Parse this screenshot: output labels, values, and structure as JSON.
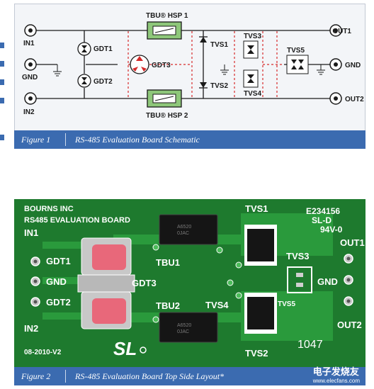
{
  "figure1": {
    "caption_number": "Figure 1",
    "caption_text": "RS-485 Evaluation Board Schematic",
    "labels": {
      "in1": "IN1",
      "gnd_left": "GND",
      "in2": "IN2",
      "out1": "OUT1",
      "gnd_right": "GND",
      "out2": "OUT2",
      "gdt1": "GDT1",
      "gdt2": "GDT2",
      "gdt3": "GDT3",
      "tbu1": "TBU® HSP 1",
      "tbu2": "TBU® HSP 2",
      "tvs1": "TVS1",
      "tvs2": "TVS2",
      "tvs3": "TVS3",
      "tvs4": "TVS4",
      "tvs5": "TVS5"
    }
  },
  "figure2": {
    "caption_number": "Figure 2",
    "caption_text": "RS-485 Evaluation Board Top Side Layout*",
    "silkscreen": {
      "brand": "BOURNS INC",
      "board": "RS485 EVALUATION BOARD",
      "in1": "IN1",
      "gdt1": "GDT1",
      "gnd": "GND",
      "gdt2": "GDT2",
      "in2": "IN2",
      "gdt3": "GDT3",
      "tbu1": "TBU1",
      "tbu2": "TBU2",
      "tvs1": "TVS1",
      "tvs2": "TVS2",
      "tvs3": "TVS3",
      "tvs4": "TVS4",
      "tvs5": "TVS5",
      "out1": "OUT1",
      "gnd_right": "GND",
      "out2": "OUT2",
      "cert1": "E234156",
      "cert2": "SL-D",
      "cert3": "94V-0",
      "date": "08-2010-V2",
      "logo": "SL",
      "serial": "1047",
      "chip_code1": "A6520",
      "chip_code2": "0JAC"
    },
    "watermark": "电子发烧友",
    "watermark_url": "www.elecfans.com"
  },
  "colors": {
    "pcb": "#1e7a2e",
    "caption": "#3b6bb0",
    "wire": "#1a1a1a",
    "dash": "#d62a2a",
    "tbu_fill": "#8ec77a"
  }
}
